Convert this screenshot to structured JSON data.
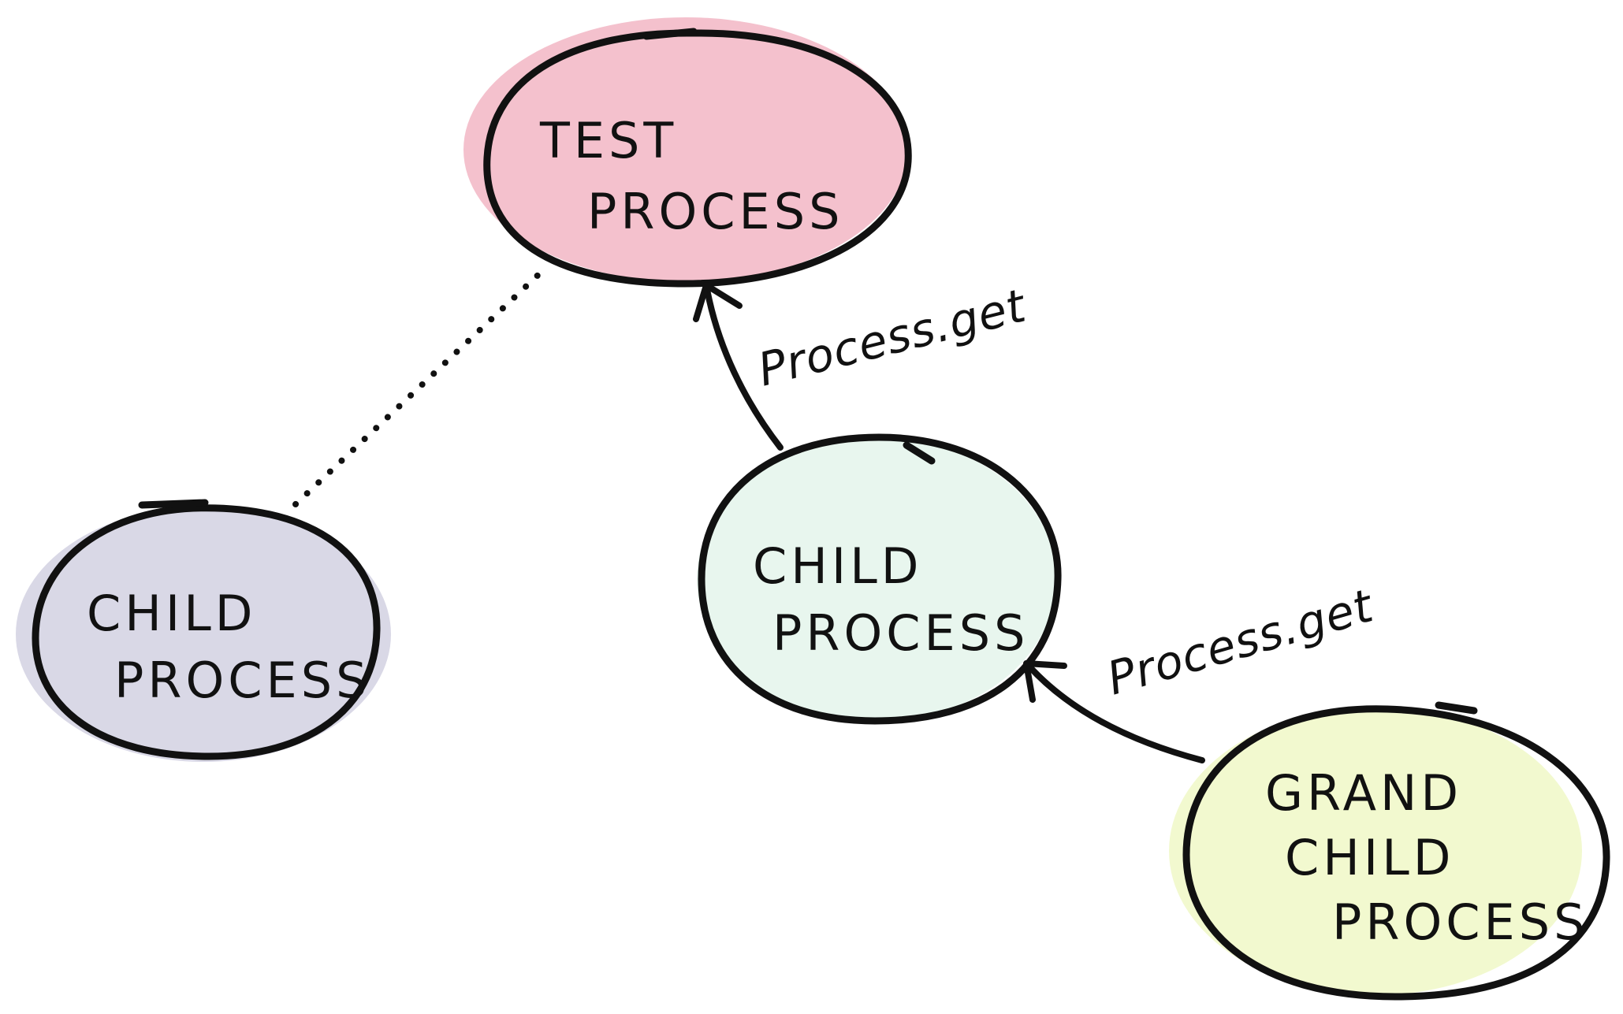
{
  "nodes": {
    "test_process": {
      "lines": [
        "TEST",
        "PROCESS"
      ],
      "fill": "#f4c1cd"
    },
    "child_process_left": {
      "lines": [
        "CHILD",
        "PROCESS"
      ],
      "fill": "#d9d8e6"
    },
    "child_process_middle": {
      "lines": [
        "CHILD",
        "PROCESS"
      ],
      "fill": "#e8f6ee"
    },
    "grand_child_process": {
      "lines": [
        "GRAND",
        "CHILD",
        "PROCESS"
      ],
      "fill": "#f2f9cf"
    }
  },
  "edges": {
    "child_to_test": {
      "label": "Process.get",
      "style": "solid-arrow"
    },
    "grandchild_to_child": {
      "label": "Process.get",
      "style": "solid-arrow"
    },
    "left_child_to_test": {
      "style": "dotted-line"
    }
  },
  "colors": {
    "outline": "#111111",
    "background": "#ffffff"
  }
}
